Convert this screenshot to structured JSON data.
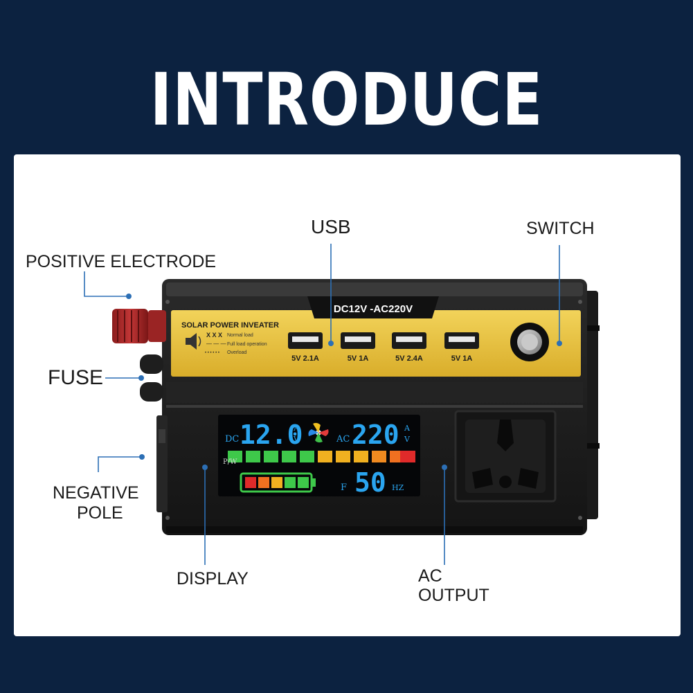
{
  "title": "INTRODUCE",
  "labels": {
    "usb": "USB",
    "switch": "SWITCH",
    "positive": "POSITIVE ELECTRODE",
    "fuse": "FUSE",
    "negative_line1": "NEGATIVE",
    "negative_line2": "POLE",
    "display": "DISPLAY",
    "ac_line1": "AC",
    "ac_line2": "OUTPUT"
  },
  "device": {
    "model_banner": "DC12V -AC220V",
    "brand": "SOLAR POWER INVEATER",
    "legend": [
      {
        "mark": "X X X",
        "text": "Normal load"
      },
      {
        "mark": "— — —",
        "text": "Full load operation"
      },
      {
        "mark": "• • • • • •",
        "text": "Overload"
      }
    ],
    "usb_ports": [
      "5V 2.1A",
      "5V 1A",
      "5V 2.4A",
      "5V 1A"
    ],
    "lcd": {
      "dc_label": "DC",
      "dc_value": "12.0",
      "dc_unit_a": "A",
      "dc_unit_v": "V",
      "ac_label": "AC",
      "ac_value": "220",
      "ac_unit_a": "A",
      "ac_unit_v": "V",
      "pw_label": "P/W",
      "freq_label": "F",
      "freq_value": "50",
      "freq_unit": "HZ"
    }
  },
  "colors": {
    "background": "#0c2240",
    "panel": "#ffffff",
    "leader": "#2c6fb5",
    "faceplate": "#e6c03a",
    "lcd_digits": "#2aa5f0"
  }
}
